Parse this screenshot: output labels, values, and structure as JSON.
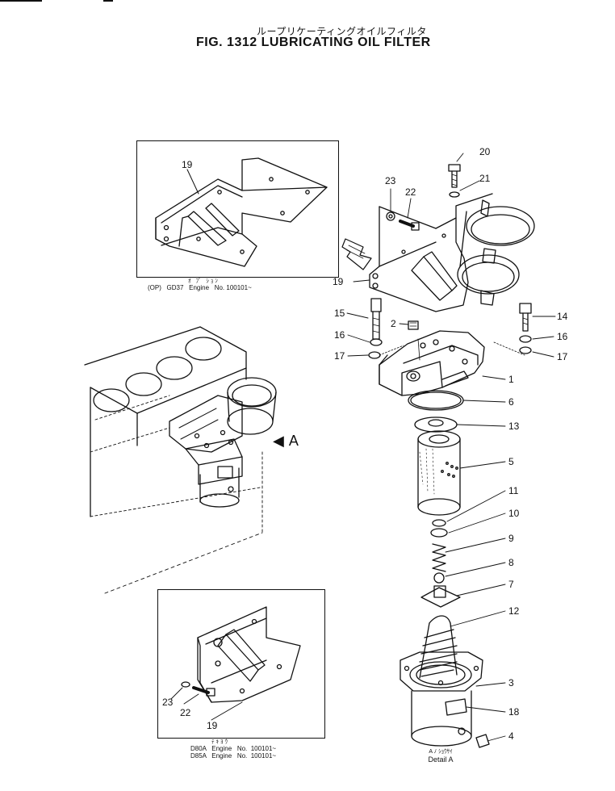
{
  "title": {
    "japanese": "ループリケーティングオイルフィルタ",
    "english": "FIG. 1312  LUBRICATING OIL FILTER"
  },
  "inset_top": {
    "caption": "(OP)   GD37   Engine   No. 100101~",
    "caption_japanese": "ｵ ﾌﾟ ｼｮﾝ",
    "part_label": "19"
  },
  "inset_bottom": {
    "caption_japanese": "ﾃｷﾖｳ",
    "rows": [
      "D80A   Engine   No.  100101~",
      "D85A   Engine   No.  100101~"
    ],
    "part_labels": [
      "23",
      "22",
      "19"
    ]
  },
  "engine_view": {
    "arrow_label": "A"
  },
  "detail_label": {
    "top": "A  ﾉ  ｼｮｳｻｲ",
    "bottom": "Detail A"
  },
  "part_labels": [
    "20",
    "21",
    "23",
    "22",
    "19",
    "15",
    "2",
    "16",
    "17",
    "14",
    "16",
    "17",
    "1",
    "6",
    "13",
    "5",
    "11",
    "10",
    "9",
    "8",
    "7",
    "12",
    "3",
    "18",
    "4"
  ]
}
